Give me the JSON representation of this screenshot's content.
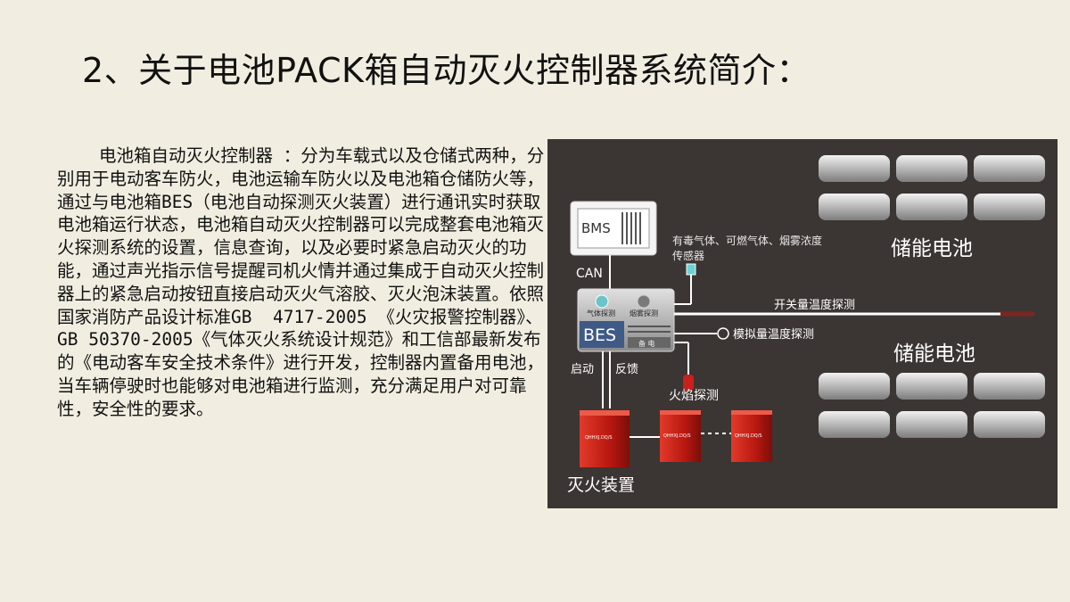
{
  "slide": {
    "title": "2、关于电池PACK箱自动灭火控制器系统简介：",
    "paragraph": "    电池箱自动灭火控制器 ：分为车载式以及仓储式两种，分别用于电动客车防火，电池运输车防火以及电池箱仓储防火等，通过与电池箱BES（电池自动探测灭火装置）进行通讯实时获取电池箱运行状态，电池箱自动灭火控制器可以完成整套电池箱灭火探测系统的设置，信息查询，以及必要时紧急启动灭火的功能，通过声光指示信号提醒司机火情并通过集成于自动灭火控制器上的紧急启动按钮直接启动灭火气溶胶、灭火泡沫装置。依照国家消防产品设计标准GB  4717-2005 《火灾报警控制器》、GB 50370-2005《气体灭火系统设计规范》和工信部最新发布的《电动客车安全技术条件》进行开发，控制器内置备用电池，当车辆停驶时也能够对电池箱进行监测，充分满足用户对可靠性，安全性的要求。"
  },
  "diagram": {
    "bms_label": "BMS",
    "can_label": "CAN",
    "bes_label": "BES",
    "bes_btn1": "气体探测",
    "bes_btn2": "烟雾探测",
    "bes_backup": "备 电",
    "gas_sensor_label_1": "有毒气体、可燃气体、烟雾浓度",
    "gas_sensor_label_2": "传感器",
    "switch_temp": "开关量温度探测",
    "analog_temp": "模拟量温度探测",
    "flame_detect": "火焰探测",
    "start_label": "启动",
    "feedback_label": "反馈",
    "extinguisher_label": "灭火装置",
    "storage_battery_top": "储能电池",
    "storage_battery_bottom": "储能电池",
    "device_tag": "QHHXJ.DQ/S"
  },
  "colors": {
    "background": "#f1eee1",
    "diagram_bg": "#3b3533",
    "red_device": "#c8201c",
    "line_white": "#ffffff",
    "battery_gray": "#b0b0b0"
  }
}
